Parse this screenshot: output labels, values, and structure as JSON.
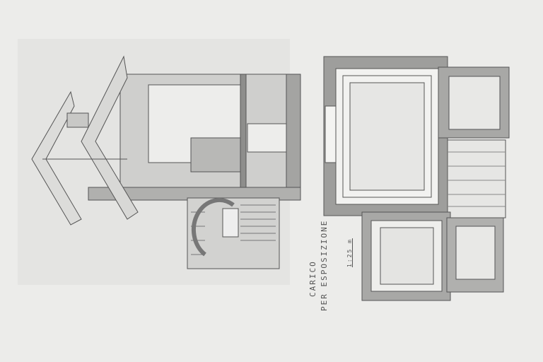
{
  "drawing": {
    "title_line1": "CARICO",
    "title_line2": "PER ESPOSIZIONE",
    "scale_label": "1:25 m",
    "colors": {
      "paper": "#ececea",
      "wash": "#d6d6d4",
      "dark": "#9a9a98",
      "line": "#555555"
    }
  }
}
